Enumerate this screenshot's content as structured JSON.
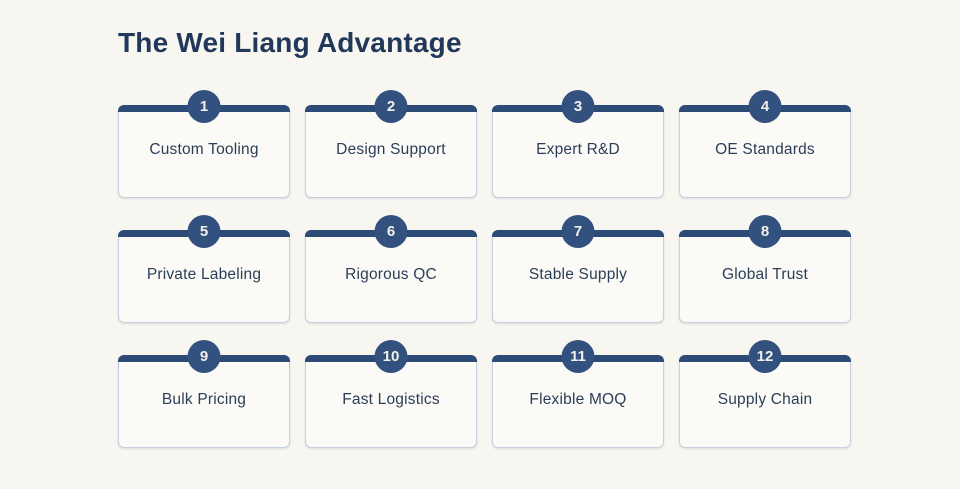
{
  "page": {
    "title": "The Wei Liang Advantage"
  },
  "colors": {
    "background": "#f8f6f1",
    "card_background": "#fbfaf6",
    "card_border": "#c7d0dc",
    "navy_bar": "#2d4b77",
    "badge": "#33517e",
    "badge_text": "#f2f0ea",
    "title_text": "#22385a",
    "label_text": "#2b3e58"
  },
  "advantages": [
    {
      "number": "1",
      "label": "Custom Tooling"
    },
    {
      "number": "2",
      "label": "Design Support"
    },
    {
      "number": "3",
      "label": "Expert R&D"
    },
    {
      "number": "4",
      "label": "OE Standards"
    },
    {
      "number": "5",
      "label": "Private Labeling"
    },
    {
      "number": "6",
      "label": "Rigorous QC"
    },
    {
      "number": "7",
      "label": "Stable Supply"
    },
    {
      "number": "8",
      "label": "Global Trust"
    },
    {
      "number": "9",
      "label": "Bulk Pricing"
    },
    {
      "number": "10",
      "label": "Fast Logistics"
    },
    {
      "number": "11",
      "label": "Flexible MOQ"
    },
    {
      "number": "12",
      "label": "Supply Chain"
    }
  ]
}
